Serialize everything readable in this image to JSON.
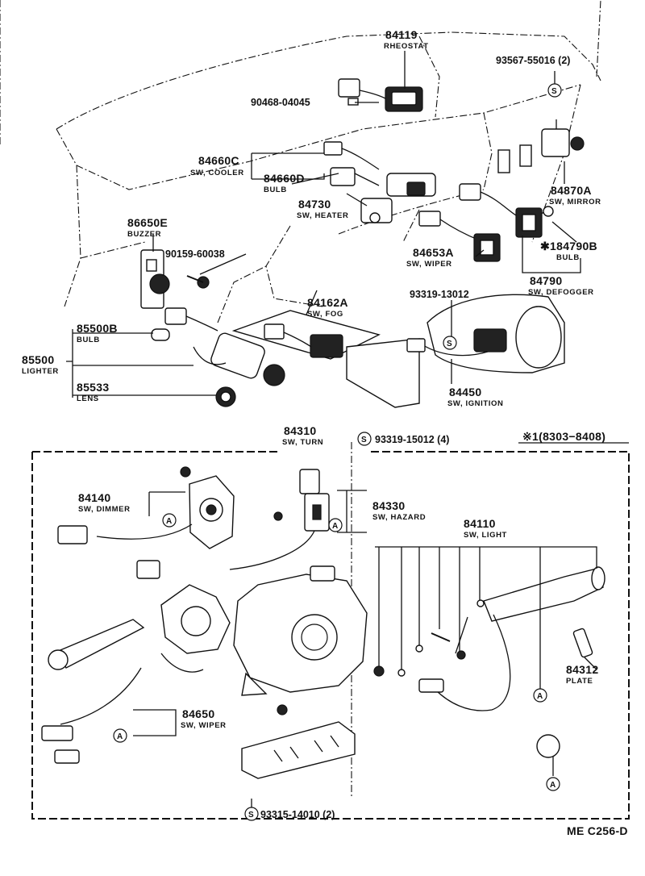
{
  "diagram_code": "ME C256-D",
  "variant_note": "※1(8303−8408)",
  "circle_marks": {
    "s": "S",
    "a": "A"
  },
  "labels": [
    {
      "id": "84119",
      "num": "84119",
      "desc": "RHEOSTAT"
    },
    {
      "id": "93567",
      "num": "93567-55016 (2)"
    },
    {
      "id": "90468",
      "num": "90468-04045"
    },
    {
      "id": "84660C",
      "num": "84660C",
      "desc": "SW, COOLER"
    },
    {
      "id": "84660D",
      "num": "84660D",
      "desc": "BULB"
    },
    {
      "id": "84870A",
      "num": "84870A",
      "desc": "SW, MIRROR"
    },
    {
      "id": "84730",
      "num": "84730",
      "desc": "SW, HEATER"
    },
    {
      "id": "86650E",
      "num": "86650E",
      "desc": "BUZZER"
    },
    {
      "id": "184790B",
      "num": "✱184790B",
      "desc": "BULB"
    },
    {
      "id": "90159",
      "num": "90159-60038"
    },
    {
      "id": "84653A",
      "num": "84653A",
      "desc": "SW, WIPER"
    },
    {
      "id": "84790",
      "num": "84790",
      "desc": "SW, DEFOGGER"
    },
    {
      "id": "84162A",
      "num": "84162A",
      "desc": "SW, FOG"
    },
    {
      "id": "93319-13012",
      "num": "93319-13012"
    },
    {
      "id": "85500B",
      "num": "85500B",
      "desc": "BULB"
    },
    {
      "id": "85500",
      "num": "85500",
      "desc": "LIGHTER"
    },
    {
      "id": "85533",
      "num": "85533",
      "desc": "LENS"
    },
    {
      "id": "84450",
      "num": "84450",
      "desc": "SW, IGNITION"
    },
    {
      "id": "84310",
      "num": "84310",
      "desc": "SW, TURN"
    },
    {
      "id": "93319-15012",
      "num": "93319-15012 (4)"
    },
    {
      "id": "84140",
      "num": "84140",
      "desc": "SW, DIMMER"
    },
    {
      "id": "84330",
      "num": "84330",
      "desc": "SW, HAZARD"
    },
    {
      "id": "84110",
      "num": "84110",
      "desc": "SW, LIGHT"
    },
    {
      "id": "84312",
      "num": "84312",
      "desc": "PLATE"
    },
    {
      "id": "84650",
      "num": "84650",
      "desc": "SW, WIPER"
    },
    {
      "id": "93315",
      "num": "93315-14010 (2)"
    }
  ]
}
